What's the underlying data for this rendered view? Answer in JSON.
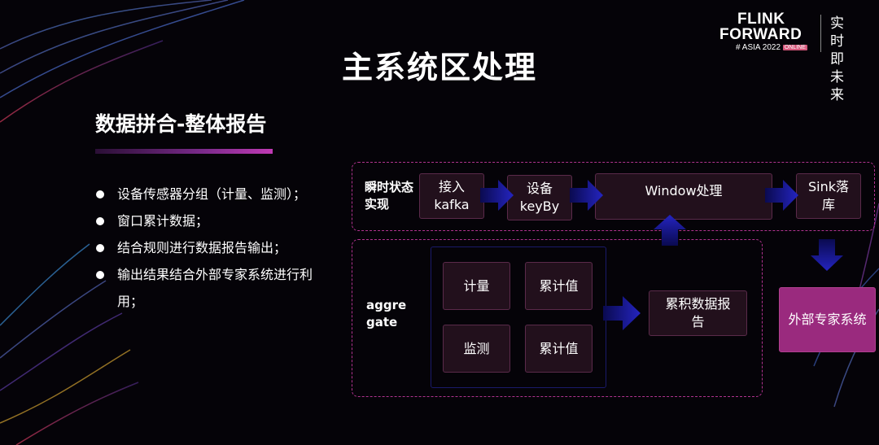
{
  "title": "主系统区处理",
  "subtitle": "数据拼合-整体报告",
  "bullets": [
    "设备传感器分组（计量、监测）；",
    "窗口累计数据；",
    "结合规则进行数据报告输出；",
    "输出结果结合外部专家系统进行利用；"
  ],
  "logo": {
    "line1": "FLINK",
    "line2": "FORWARD",
    "asia": "# ASIA 2022",
    "online": "ONLINE",
    "side": "实时即未来"
  },
  "diagram": {
    "stream_label": "瞬时状态实现",
    "stream_boxes": [
      "接入 kafka",
      "设备 keyBy",
      "Window处理",
      "Sink落库"
    ],
    "aggregate_label": "aggre gate",
    "grid": [
      "计量",
      "累计值",
      "监测",
      "累计值"
    ],
    "report_box": "累积数据报告",
    "external_box": "外部专家系统"
  },
  "colors": {
    "accent": "#b0338f",
    "arrow": "#1a1aa8",
    "box_fill": "#22101c",
    "external_fill": "#9a2a7e"
  }
}
